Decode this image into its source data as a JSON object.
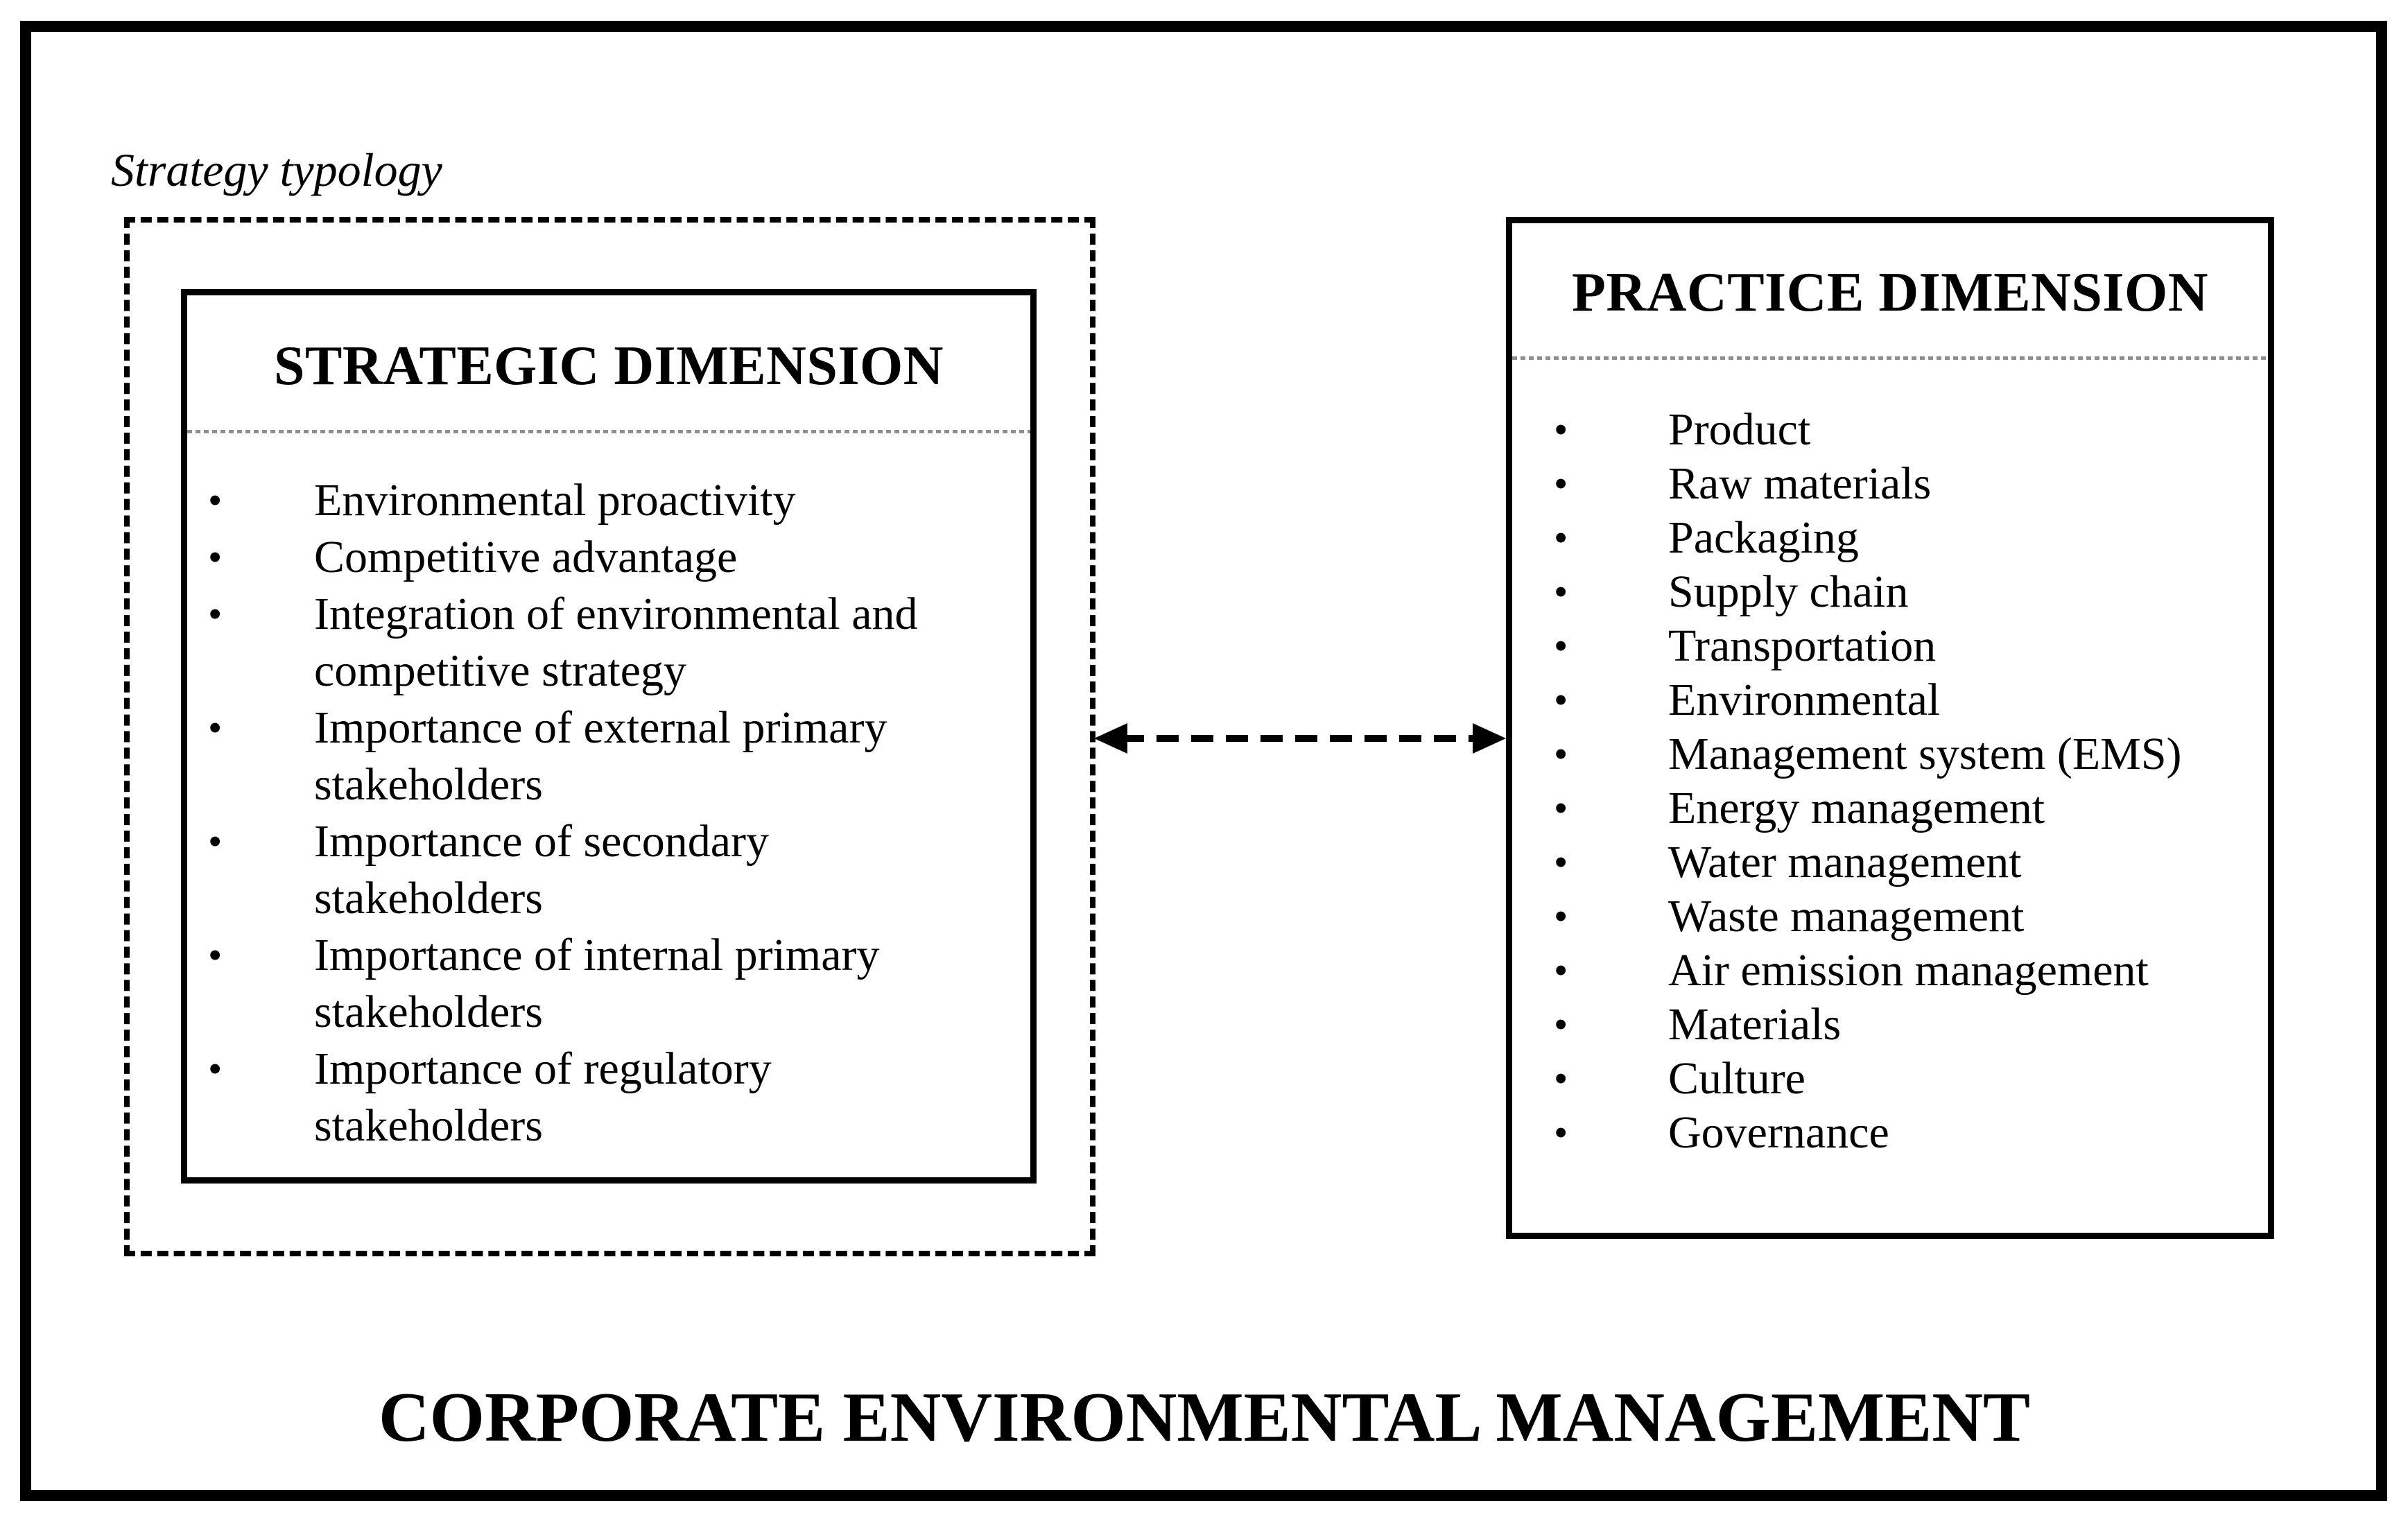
{
  "diagram": {
    "strategy_typology_label": "Strategy typology",
    "strategic_box": {
      "title": "STRATEGIC DIMENSION",
      "items": [
        "Environmental proactivity",
        "Competitive advantage",
        "Integration of environmental and competitive strategy",
        "Importance of external primary stakeholders",
        "Importance of secondary stakeholders",
        "Importance of internal primary stakeholders",
        "Importance of regulatory stakeholders"
      ]
    },
    "practice_box": {
      "title": "PRACTICE DIMENSION",
      "items": [
        "Product",
        "Raw materials",
        "Packaging",
        "Supply chain",
        "Transportation",
        "Environmental",
        "Management system (EMS)",
        "Energy management",
        "Water management",
        "Waste management",
        "Air emission management",
        "Materials",
        "Culture",
        "Governance"
      ]
    },
    "bottom_title": "CORPORATE ENVIRONMENTAL MANAGEMENT",
    "bullet_char": "•",
    "colors": {
      "ink": "#000000",
      "background": "#ffffff",
      "separator": "#8f8f8f"
    }
  }
}
